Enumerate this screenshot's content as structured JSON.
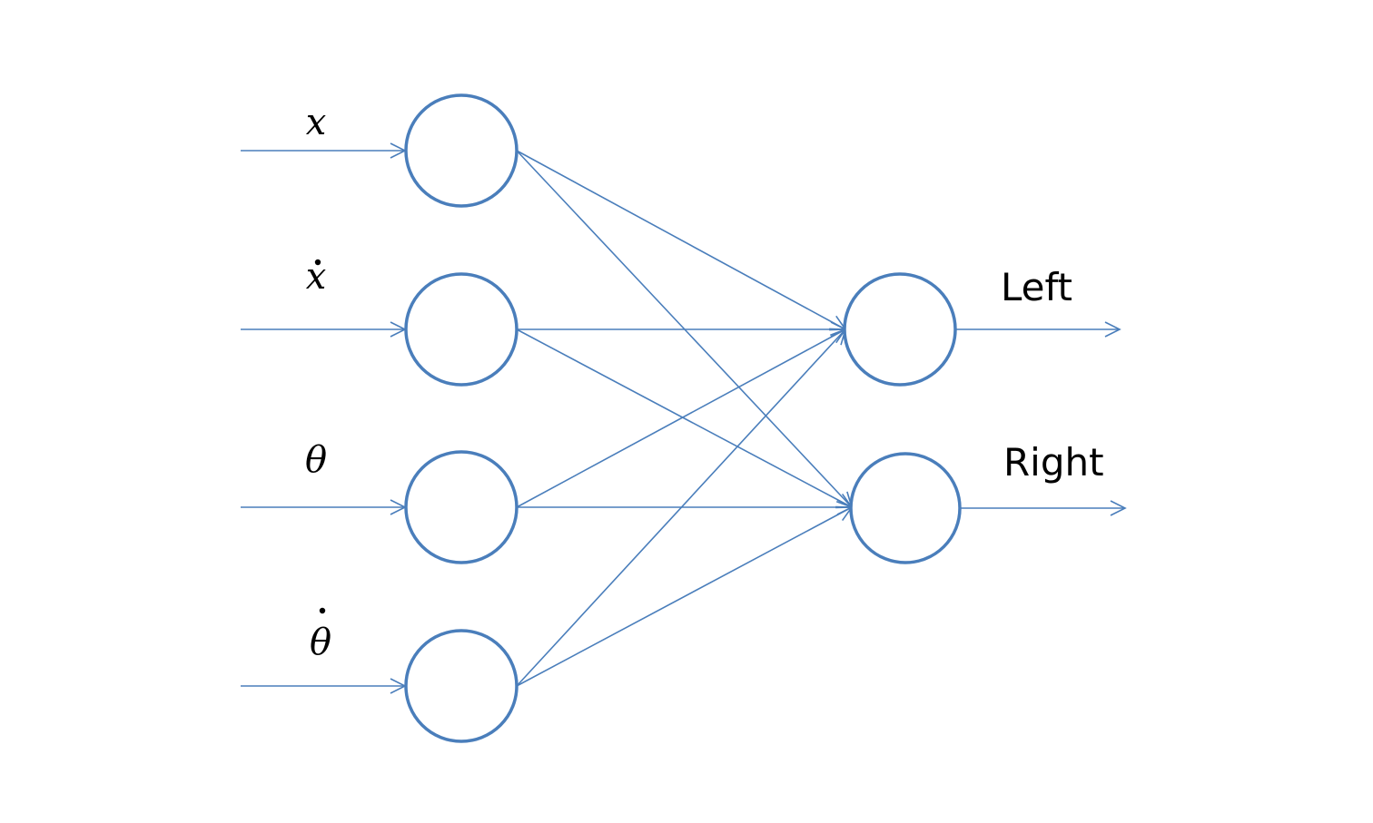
{
  "diagram": {
    "inputs": [
      {
        "symbol": "x",
        "dot": false
      },
      {
        "symbol": "x",
        "dot": true
      },
      {
        "symbol": "θ",
        "dot": false
      },
      {
        "symbol": "θ",
        "dot": true
      }
    ],
    "outputs": [
      {
        "label": "Left"
      },
      {
        "label": "Right"
      }
    ],
    "colors": {
      "line": "#4a7ebb",
      "text": "#000000",
      "background": "#ffffff"
    }
  }
}
